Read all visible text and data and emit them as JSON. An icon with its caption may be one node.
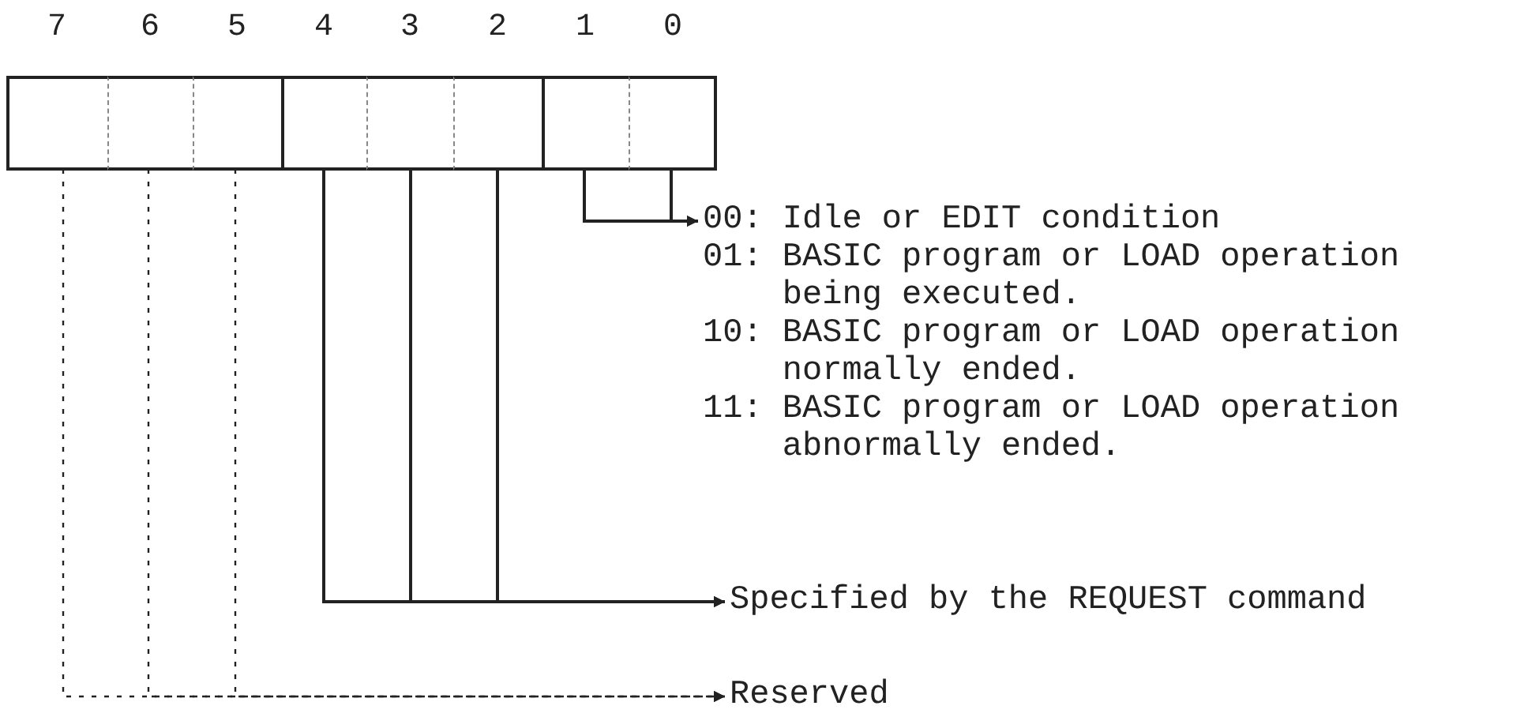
{
  "diagram": {
    "nodes": [
      {
        "text": [
          "7"
        ]
      },
      {
        "text": [
          "6"
        ]
      },
      {
        "text": [
          "5"
        ]
      },
      {
        "text": [
          "4"
        ]
      },
      {
        "text": [
          "3"
        ]
      },
      {
        "text": [
          "2"
        ]
      },
      {
        "text": [
          "1"
        ]
      },
      {
        "text": [
          "0"
        ]
      },
      {
        "text": [
          "00: Idle or EDIT condition",
          "01: BASIC program or LOAD operation being executed.",
          "10: BASIC program or LOAD operation normally ended.",
          "11: BASIC program or LOAD operation abnormally ended."
        ]
      },
      {
        "text": [
          "Specified by the REQUEST command"
        ]
      },
      {
        "text": [
          "Reserved"
        ]
      }
    ],
    "edges": [
      {
        "from": 6,
        "to": 8,
        "arrow": "to"
      },
      {
        "from": 7,
        "to": 8,
        "arrow": "to"
      },
      {
        "from": 3,
        "to": 9,
        "arrow": "to"
      },
      {
        "from": 4,
        "to": 9,
        "arrow": "to"
      },
      {
        "from": 5,
        "to": 9,
        "arrow": "to"
      },
      {
        "from": 0,
        "to": 10,
        "arrow": "to",
        "style": "dashed"
      },
      {
        "from": 1,
        "to": 10,
        "arrow": "to",
        "style": "dashed"
      },
      {
        "from": 2,
        "to": 10,
        "arrow": "to",
        "style": "dashed"
      }
    ]
  }
}
